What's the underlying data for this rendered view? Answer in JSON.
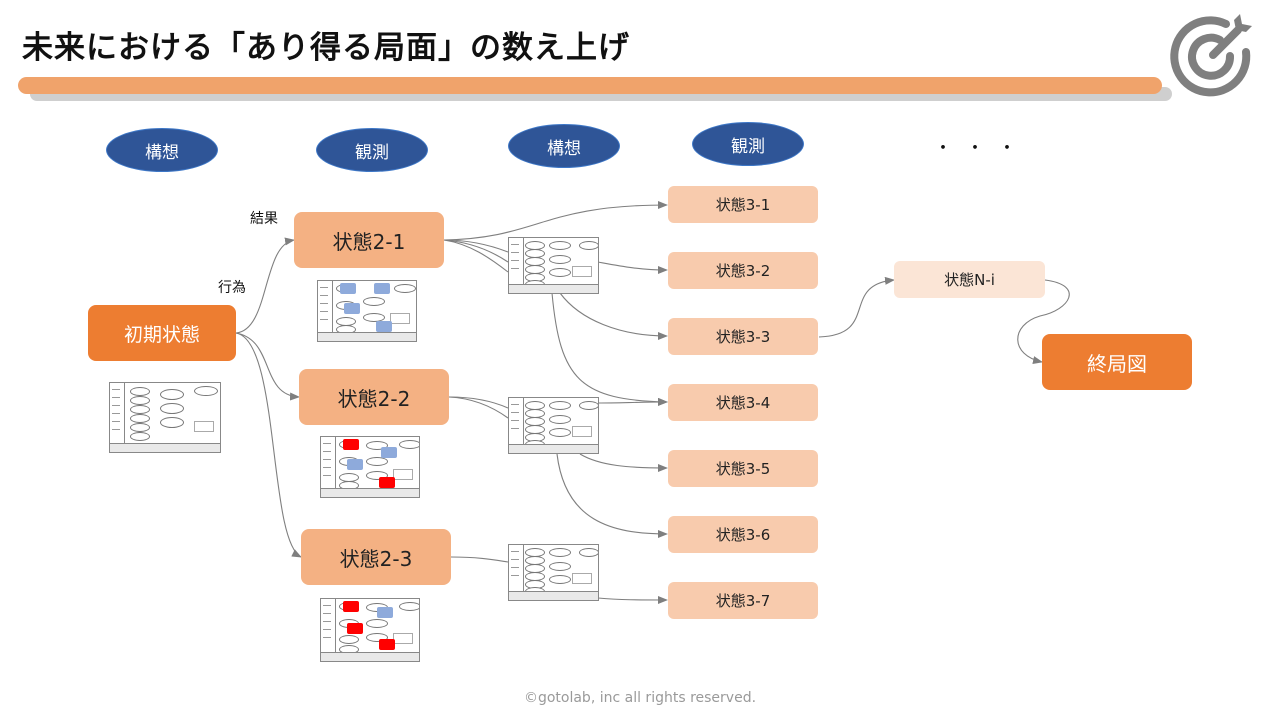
{
  "header": {
    "title": "未来における「あり得る局面」の数え上げ",
    "icon": "target-arrow-icon",
    "accent_color": "#f0a36b"
  },
  "phases": [
    "構想",
    "観測",
    "構想",
    "観測"
  ],
  "ellipsis": "・・・",
  "labels": {
    "result": "結果",
    "action": "行為"
  },
  "nodes": {
    "initial": "初期状態",
    "level2": [
      "状態2-1",
      "状態2-2",
      "状態2-3"
    ],
    "level3": [
      "状態3-1",
      "状態3-2",
      "状態3-3",
      "状態3-4",
      "状態3-5",
      "状態3-6",
      "状態3-7"
    ],
    "state_ni": "状態N-i",
    "end": "終局図"
  },
  "edges": [
    {
      "from": "初期状態",
      "to": "状態2-1"
    },
    {
      "from": "初期状態",
      "to": "状態2-2"
    },
    {
      "from": "初期状態",
      "to": "状態2-3"
    },
    {
      "from": "状態2-1",
      "to": "状態3-1"
    },
    {
      "from": "状態2-1",
      "to": "状態3-2"
    },
    {
      "from": "状態2-1",
      "to": "状態3-3"
    },
    {
      "from": "状態2-1",
      "to": "状態3-4"
    },
    {
      "from": "状態2-2",
      "to": "状態3-4"
    },
    {
      "from": "状態2-2",
      "to": "状態3-5"
    },
    {
      "from": "状態2-2",
      "to": "状態3-6"
    },
    {
      "from": "状態2-3",
      "to": "状態3-7"
    },
    {
      "from": "状態3-3",
      "to": "状態N-i"
    },
    {
      "from": "状態N-i",
      "to": "終局図"
    }
  ],
  "colors": {
    "phase_fill": "#2f5597",
    "initial_fill": "#ed7d31",
    "level2_fill": "#f4b183",
    "level3_fill": "#f8cbad",
    "state_ni_fill": "#fbe5d6",
    "end_fill": "#ed7d31",
    "highlight_blue": "#8eaadb",
    "highlight_red": "#ff0000"
  },
  "footer": "©gotolab, inc  all rights reserved."
}
